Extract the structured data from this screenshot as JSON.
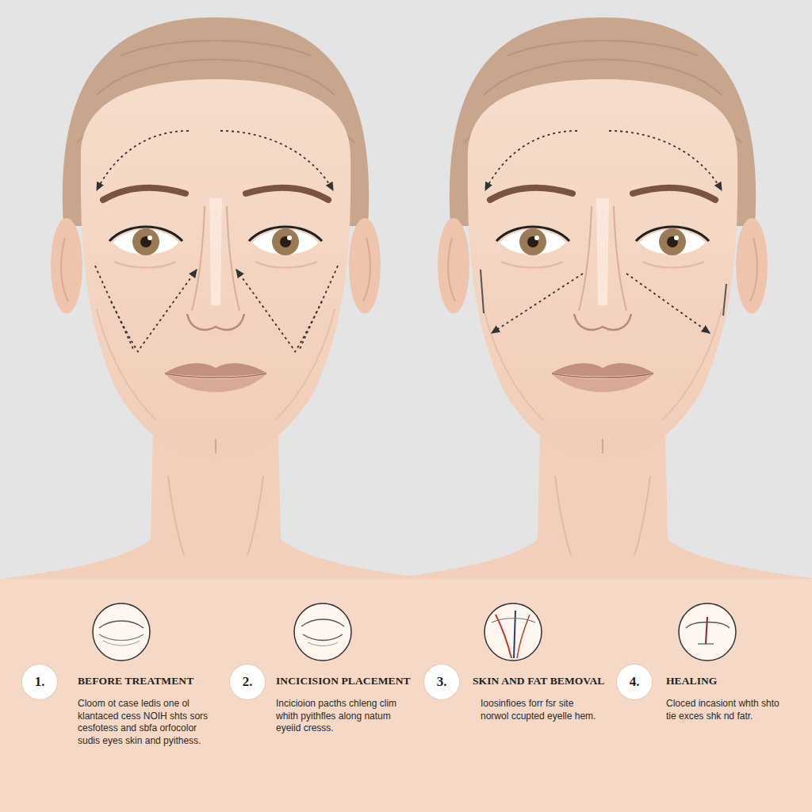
{
  "diagram": {
    "nodes": [
      {
        "text": [
          "1."
        ]
      },
      {
        "text": [
          "2."
        ]
      },
      {
        "text": [
          "3."
        ]
      },
      {
        "text": [
          "4."
        ]
      }
    ],
    "labels": [
      "BEFORE TREATMENT",
      "Cloom ot case ledis one ol klantaced cess NOIH shts sors cesfotess and sbfa orfocolor sudis eyes skin and pyithess.",
      "INCICISION PLACEMENT",
      "Incicioion pacths chleng clim whith pyithfles along natum eyeiid cresss.",
      "SKIN AND FAT BEMOVAL",
      "Ioosinfioes forr fsr site norwol ccupted eyelle hem.",
      "HEALING",
      "Cloced incasiont whth shto tie exces shk nd fatr."
    ]
  }
}
